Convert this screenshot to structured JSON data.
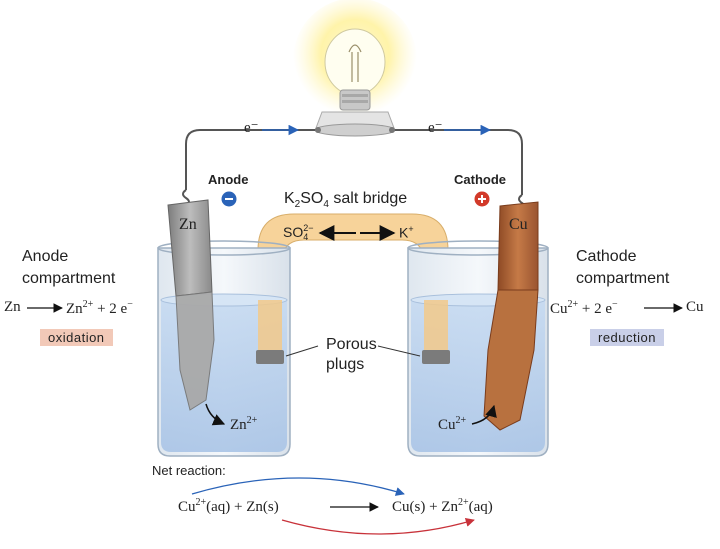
{
  "circuit": {
    "electron_left": "e⁻",
    "electron_right": "e⁻",
    "anode_sign": "Anode",
    "cathode_sign": "Cathode",
    "anode_polarity": "−",
    "cathode_polarity": "+"
  },
  "salt_bridge": {
    "title_pre": "K",
    "title_sub": "2",
    "title_mid": "SO",
    "title_sub2": "4",
    "title_post": " salt bridge",
    "anion_base": "SO",
    "anion_sub": "4",
    "anion_sup": "2−",
    "cation_base": "K",
    "cation_sup": "+"
  },
  "electrodes": {
    "anode_metal": "Zn",
    "cathode_metal": "Cu"
  },
  "anode_compartment": {
    "label_line1": "Anode",
    "label_line2": "compartment",
    "half_left": "Zn",
    "half_right_base": "Zn",
    "half_right_sup": "2+",
    "half_right_tail": " + 2 e",
    "half_right_tail_sup": "−",
    "process": "oxidation",
    "ion_base": "Zn",
    "ion_sup": "2+"
  },
  "cathode_compartment": {
    "label_line1": "Cathode",
    "label_line2": "compartment",
    "half_left_base": "Cu",
    "half_left_sup": "2+",
    "half_left_tail": " + 2 e",
    "half_left_tail_sup": "−",
    "half_right": "Cu",
    "process": "reduction",
    "ion_base": "Cu",
    "ion_sup": "2+"
  },
  "porous": {
    "line1": "Porous",
    "line2": "plugs"
  },
  "net_reaction": {
    "label": "Net reaction:",
    "left_base": "Cu",
    "left_sup": "2+",
    "left_tail": "(aq) + Zn(s)",
    "right_head": "Cu(s) + Zn",
    "right_sup": "2+",
    "right_tail": "(aq)"
  },
  "colors": {
    "oxidation_bg": "#f2c9b8",
    "reduction_bg": "#c9cfe8",
    "salt_bridge": "#f7d39a",
    "solution": "#cfe0f2",
    "copper": "#b5673a",
    "zinc": "#9a9a9a",
    "electron_arrow": "#2a63b8",
    "cathode_red": "#d23a2a",
    "anode_blue": "#2a63b8"
  }
}
